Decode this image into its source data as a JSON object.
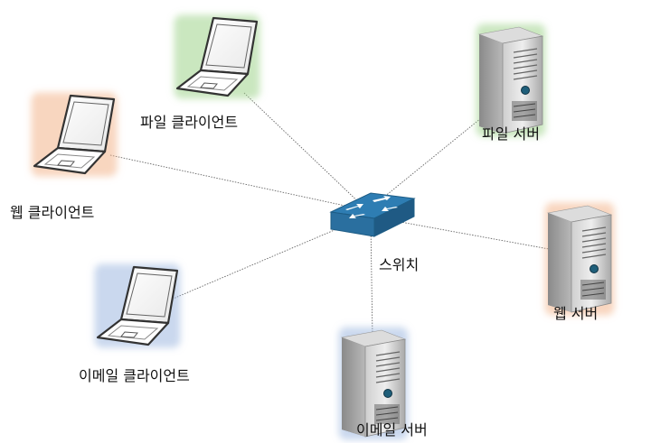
{
  "nodes": {
    "switch": {
      "label": "스위치",
      "icon": "network-switch-icon",
      "color": "#2e7db3"
    },
    "file_client": {
      "label": "파일 클라이언트",
      "icon": "laptop-icon",
      "glow": "#9ed48a"
    },
    "web_client": {
      "label": "웹 클라이언트",
      "icon": "laptop-icon",
      "glow": "#f2b58a"
    },
    "email_client": {
      "label": "이메일 클라이언트",
      "icon": "laptop-icon",
      "glow": "#9fb8e0"
    },
    "file_server": {
      "label": "파일 서버",
      "icon": "server-tower-icon",
      "glow": "#9ed48a"
    },
    "web_server": {
      "label": "웹 서버",
      "icon": "server-tower-icon",
      "glow": "#f2b58a"
    },
    "email_server": {
      "label": "이메일 서버",
      "icon": "server-tower-icon",
      "glow": "#9fb8e0"
    }
  },
  "connections": [
    [
      "file_client",
      "switch"
    ],
    [
      "web_client",
      "switch"
    ],
    [
      "email_client",
      "switch"
    ],
    [
      "file_server",
      "switch"
    ],
    [
      "web_server",
      "switch"
    ],
    [
      "email_server",
      "switch"
    ]
  ]
}
